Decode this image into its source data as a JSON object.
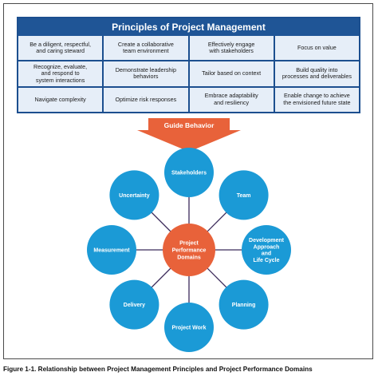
{
  "principles": {
    "title": "Principles of Project Management",
    "cells": [
      [
        "Be a diligent, respectful,\nand caring steward",
        "Create a collaborative\nteam environment",
        "Effectively engage\nwith stakeholders",
        "Focus on value"
      ],
      [
        "Recognize, evaluate,\nand respond to\nsystem interactions",
        "Demonstrate leadership\nbehaviors",
        "Tailor based on context",
        "Build quality into\nprocesses and deliverables"
      ],
      [
        "Navigate complexity",
        "Optimize risk responses",
        "Embrace adaptability\nand resiliency",
        "Enable change to achieve\nthe envisioned future state"
      ]
    ]
  },
  "arrow": {
    "label": "Guide Behavior"
  },
  "center": {
    "label_lines": [
      "Project",
      "Performance",
      "Domains"
    ]
  },
  "domains": [
    {
      "lines": [
        "Stakeholders"
      ]
    },
    {
      "lines": [
        "Team"
      ]
    },
    {
      "lines": [
        "Development",
        "Approach",
        "and",
        "Life Cycle"
      ]
    },
    {
      "lines": [
        "Planning"
      ]
    },
    {
      "lines": [
        "Project Work"
      ]
    },
    {
      "lines": [
        "Delivery"
      ]
    },
    {
      "lines": [
        "Measurement"
      ]
    },
    {
      "lines": [
        "Uncertainty"
      ]
    }
  ],
  "caption": "Figure 1-1. Relationship between Project Management Principles and Project Performance Domains",
  "colors": {
    "table_border": "#1c4f8f",
    "table_header": "#1f5596",
    "cell_fill": "#e6eef8",
    "arrow": "#e8623a",
    "center_fill": "#e8623a",
    "domain_fill": "#1b9ad6",
    "connector": "#3b2a5a"
  }
}
